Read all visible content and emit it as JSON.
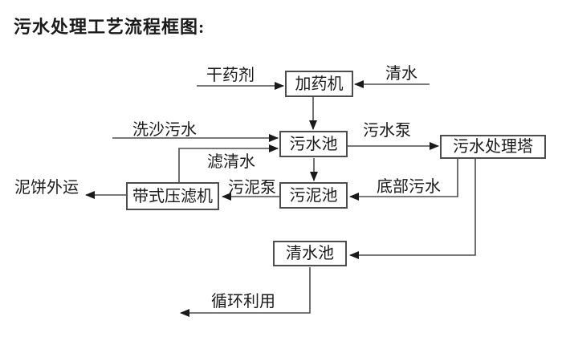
{
  "title": "污水处理工艺流程框图:",
  "colors": {
    "background": "#ffffff",
    "line": "#4d4d4d",
    "arrowhead": "#1a1a1a",
    "box_border": "#4d4d4d",
    "text": "#1a1a1a"
  },
  "diagram": {
    "nodes": {
      "dosing_machine": "加药机",
      "sewage_pool": "污水池",
      "treatment_tower": "污水处理塔",
      "sludge_pool": "污泥池",
      "belt_filter_press": "带式压滤机",
      "clean_water_pool": "清水池"
    },
    "labels": {
      "dry_agent": "干药剂",
      "clean_water": "清水",
      "sand_wash_sewage": "洗沙污水",
      "sewage_pump": "污水泵",
      "filtered_water": "滤清水",
      "sludge_pump": "污泥泵",
      "bottom_sewage": "底部污水",
      "mud_cake_outbound": "泥饼外运",
      "recycling": "循环利用"
    }
  }
}
